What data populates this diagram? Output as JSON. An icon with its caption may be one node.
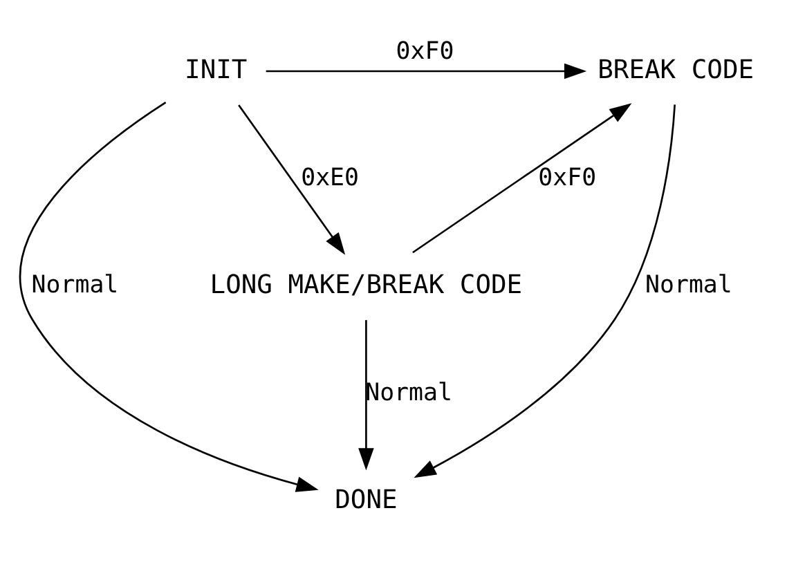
{
  "diagram": {
    "nodes": [
      {
        "text": [
          "INIT"
        ]
      },
      {
        "text": [
          "BREAK CODE"
        ]
      },
      {
        "text": [
          "LONG MAKE/BREAK CODE"
        ]
      },
      {
        "text": [
          "DONE"
        ]
      }
    ],
    "edges": [
      {
        "from": 0,
        "to": 1,
        "arrow": "to",
        "label": "0xF0"
      },
      {
        "from": 0,
        "to": 2,
        "arrow": "to",
        "label": "0xE0"
      },
      {
        "from": 2,
        "to": 1,
        "arrow": "to",
        "label": "0xF0"
      },
      {
        "from": 1,
        "to": 3,
        "arrow": "to",
        "label": "Normal"
      },
      {
        "from": 2,
        "to": 3,
        "arrow": "to",
        "label": "Normal"
      },
      {
        "from": 0,
        "to": 3,
        "arrow": "to",
        "label": "Normal"
      }
    ]
  }
}
